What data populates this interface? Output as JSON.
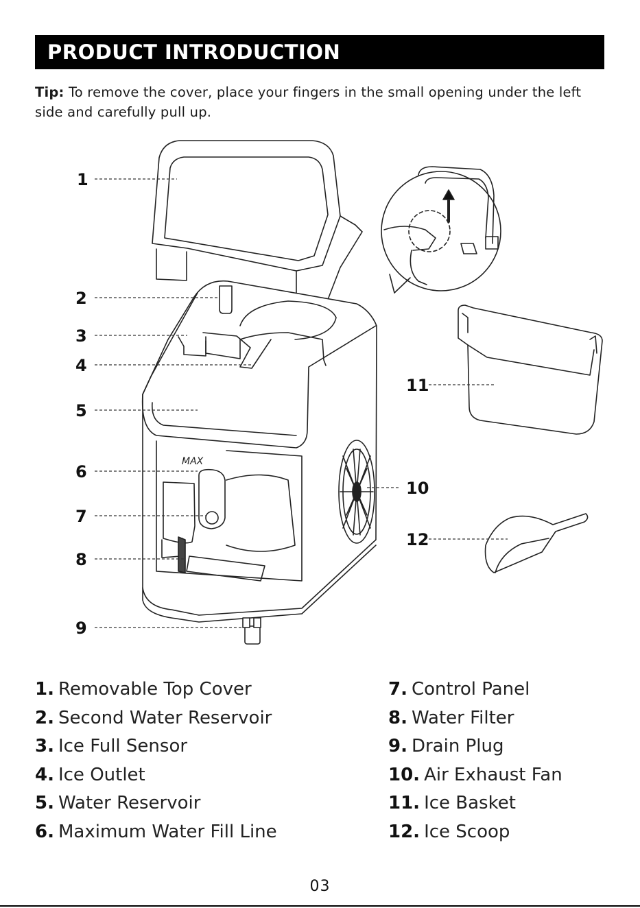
{
  "header": {
    "title": "PRODUCT INTRODUCTION"
  },
  "tip": {
    "label": "Tip:",
    "text": "To remove the cover, place your fingers in the small opening under the left side and carefully pull up."
  },
  "diagram": {
    "callouts": [
      "1",
      "2",
      "3",
      "4",
      "5",
      "6",
      "7",
      "8",
      "9",
      "10",
      "11",
      "12"
    ],
    "max_label": "MAX"
  },
  "parts_left": [
    {
      "num": "1.",
      "label": "Removable Top Cover"
    },
    {
      "num": "2.",
      "label": "Second Water Reservoir"
    },
    {
      "num": "3.",
      "label": "Ice Full Sensor"
    },
    {
      "num": "4.",
      "label": "Ice Outlet"
    },
    {
      "num": "5.",
      "label": "Water Reservoir"
    },
    {
      "num": "6.",
      "label": "Maximum Water Fill Line"
    }
  ],
  "parts_right": [
    {
      "num": "7.",
      "label": "Control Panel"
    },
    {
      "num": "8.",
      "label": "Water Filter"
    },
    {
      "num": "9.",
      "label": "Drain Plug"
    },
    {
      "num": "10.",
      "label": "Air Exhaust Fan"
    },
    {
      "num": "11.",
      "label": "Ice Basket"
    },
    {
      "num": "12.",
      "label": "Ice Scoop"
    }
  ],
  "page": {
    "number": "03"
  }
}
